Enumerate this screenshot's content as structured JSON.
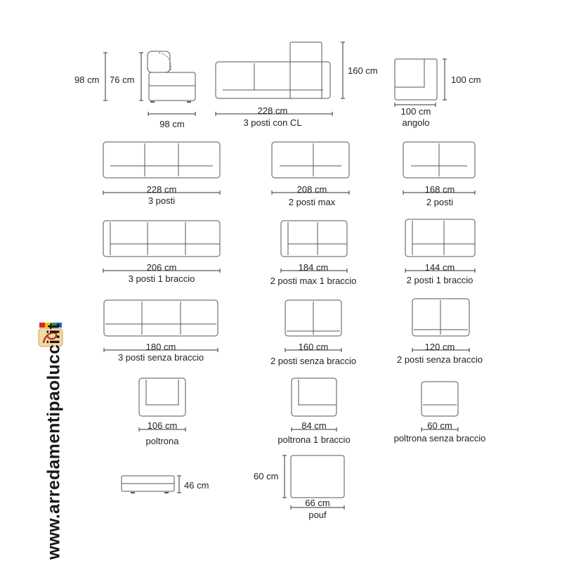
{
  "items": [
    {
      "id": "chaise-side",
      "dims": {
        "height_total": "98 cm",
        "seat_height": "76 cm",
        "depth": "98 cm"
      }
    },
    {
      "id": "3-posti-con-cl",
      "width": "228 cm",
      "height": "160 cm",
      "name": "3 posti con CL"
    },
    {
      "id": "angolo",
      "width": "100 cm",
      "depth": "100 cm",
      "name": "angolo"
    },
    {
      "id": "3-posti",
      "width": "228 cm",
      "name": "3 posti"
    },
    {
      "id": "2-posti-max",
      "width": "208 cm",
      "name": "2 posti max"
    },
    {
      "id": "2-posti",
      "width": "168 cm",
      "name": "2 posti"
    },
    {
      "id": "3-posti-1-braccio",
      "width": "206 cm",
      "name": "3 posti 1 braccio"
    },
    {
      "id": "2-posti-max-1-braccio",
      "width": "184 cm",
      "name": "2 posti max 1 braccio"
    },
    {
      "id": "2-posti-1-braccio",
      "width": "144 cm",
      "name": "2 posti 1 braccio"
    },
    {
      "id": "3-posti-senza-braccio",
      "width": "180 cm",
      "name": "3 posti senza braccio"
    },
    {
      "id": "2-posti-senza-braccio-160",
      "width": "160 cm",
      "name": "2 posti senza braccio"
    },
    {
      "id": "2-posti-senza-braccio-120",
      "width": "120 cm",
      "name": "2 posti senza braccio"
    },
    {
      "id": "poltrona",
      "width": "106 cm",
      "name": "poltrona"
    },
    {
      "id": "poltrona-1-braccio",
      "width": "84 cm",
      "name": "poltrona 1 braccio"
    },
    {
      "id": "poltrona-senza-braccio",
      "width": "60 cm",
      "name": "poltrona senza braccio"
    },
    {
      "id": "pouf-side",
      "height": "46 cm"
    },
    {
      "id": "pouf",
      "width": "66 cm",
      "depth": "60 cm",
      "name": "pouf"
    }
  ],
  "watermark": {
    "text": "www.arredamentipaolucci.it"
  },
  "colors": {
    "line": "#555555",
    "dim_line": "#333333",
    "text": "#222222",
    "logo_bg": "#f3d9a4",
    "logo_stripes": [
      "#d62828",
      "#f2c300",
      "#2a9d3f",
      "#2b5fd9"
    ]
  }
}
